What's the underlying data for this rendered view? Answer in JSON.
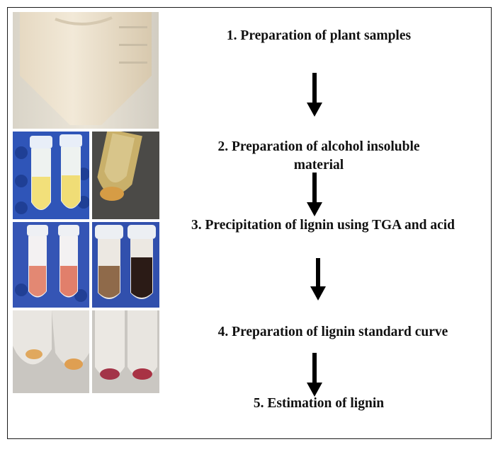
{
  "steps": [
    {
      "label": "1. Preparation of plant samples"
    },
    {
      "label": "2. Preparation of alcohol insoluble",
      "label_line2": "material"
    },
    {
      "label": "3. Precipitation of lignin using TGA and acid"
    },
    {
      "label": "4. Preparation of lignin standard curve"
    },
    {
      "label": "5. Estimation of lignin"
    }
  ],
  "photos": [
    {
      "name": "falcon-tube-plant-sample-photo"
    },
    {
      "name": "yellow-suspension-tubes-photo"
    },
    {
      "name": "alcohol-insoluble-pellet-photo"
    },
    {
      "name": "red-tga-tubes-photo"
    },
    {
      "name": "brown-acid-tubes-photo"
    },
    {
      "name": "orange-pellet-tubes-photo"
    },
    {
      "name": "red-pellet-tubes-photo"
    }
  ],
  "colors": {
    "border": "#1a1a1a",
    "arrow": "#000000",
    "text": "#111111"
  }
}
